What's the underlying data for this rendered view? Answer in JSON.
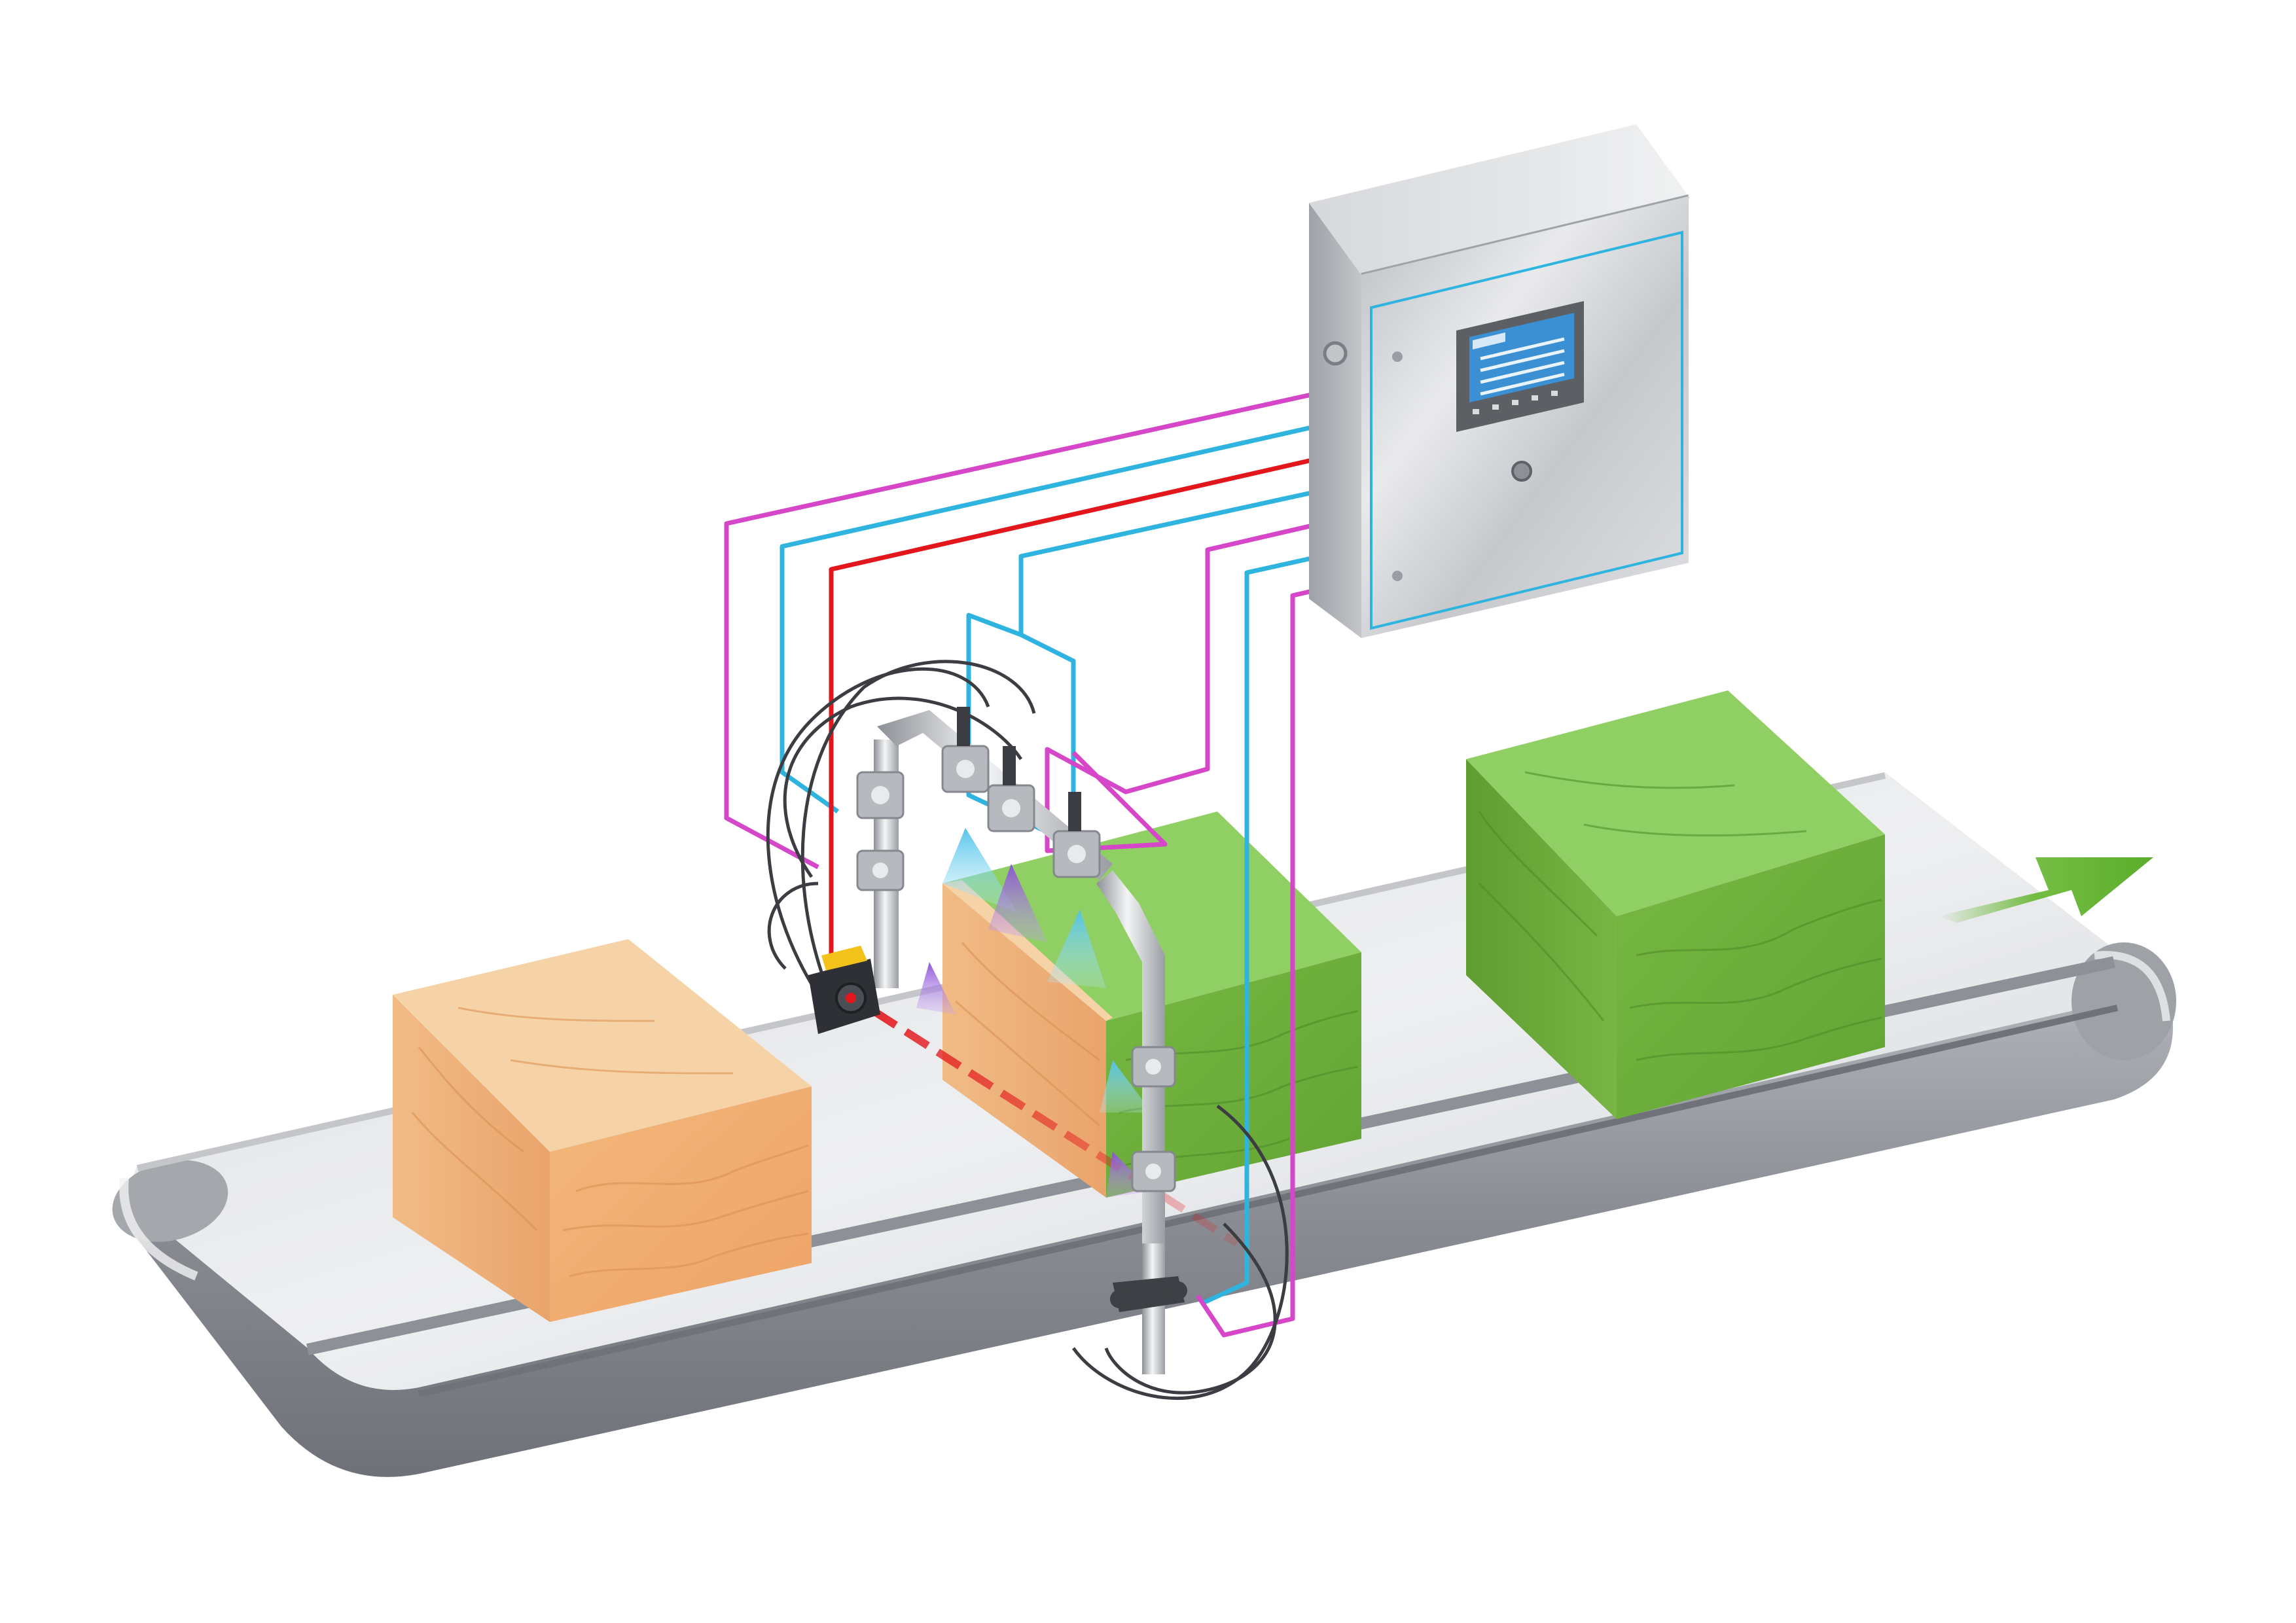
{
  "scene": {
    "kind": "conveyor-spray-coating-system",
    "direction": "right"
  },
  "colors": {
    "background": "#ffffff",
    "belt_light": "#e6e7ea",
    "belt_dark": "#8a8d93",
    "box_raw_top": "#f6d3a6",
    "box_raw_front": "#f0b077",
    "box_coated_top": "#8fcf63",
    "box_coated_front": "#6dae3c",
    "cabinet": "#c9cbcf",
    "wire_magenta": "#d546c8",
    "wire_cyan": "#2fb4e0",
    "wire_red": "#e3161b",
    "spray_blue": "#8ed8ee",
    "spray_purple": "#a86de0",
    "arrow_green": "#66b630",
    "hmi_screen": "#3b8fd3"
  },
  "boxes": [
    {
      "id": "box-raw",
      "state": "uncoated"
    },
    {
      "id": "box-in-process",
      "state": "partially-coated"
    },
    {
      "id": "box-finished",
      "state": "coated"
    }
  ],
  "wires": [
    {
      "color": "magenta"
    },
    {
      "color": "cyan"
    },
    {
      "color": "red"
    },
    {
      "color": "cyan"
    },
    {
      "color": "magenta"
    },
    {
      "color": "cyan"
    },
    {
      "color": "magenta"
    }
  ],
  "icons": {
    "flow_arrow": "right-arrow-icon",
    "sensor": "photoeye-sensor-icon",
    "nozzle": "spray-nozzle-icon"
  }
}
